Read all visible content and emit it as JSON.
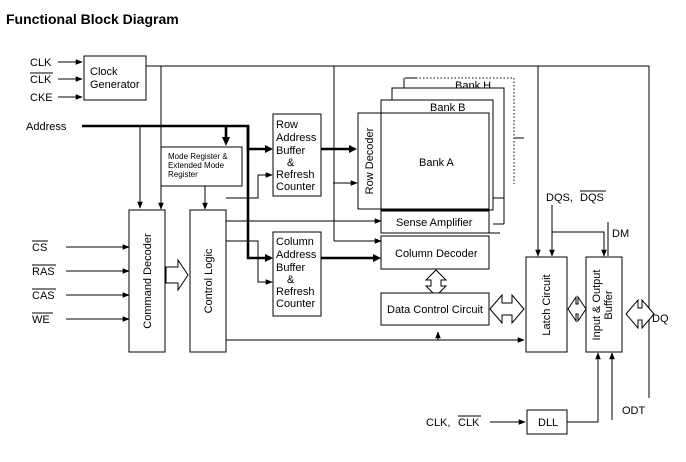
{
  "title": "Functional Block Diagram",
  "inputs": {
    "clk": "CLK",
    "clk_bar": "CLK",
    "cke": "CKE",
    "address": "Address",
    "cs": "CS",
    "ras": "RAS",
    "cas": "CAS",
    "we": "WE",
    "dll_clk": "CLK,",
    "dll_clk_bar": "CLK"
  },
  "blocks": {
    "clock_generator": [
      "Clock",
      "Generator"
    ],
    "mode_register": [
      "Mode Register &",
      "Extended Mode",
      "Register"
    ],
    "row_address_buffer": [
      "Row",
      "Address",
      "Buffer",
      "&",
      "Refresh",
      "Counter"
    ],
    "column_address_buffer": [
      "Column",
      "Address",
      "Buffer",
      "&",
      "Refresh",
      "Counter"
    ],
    "command_decoder": "Command Decoder",
    "control_logic": "Control Logic",
    "bank_h": "Bank H",
    "bank_b": "Bank B",
    "bank_a": "Bank A",
    "row_decoder": "Row Decoder",
    "sense_amplifier": "Sense Amplifier",
    "column_decoder": "Column Decoder",
    "data_control_circuit": "Data Control Circuit",
    "latch_circuit": "Latch Circuit",
    "io_buffer": [
      "Input & Output",
      "Buffer"
    ],
    "dll": "DLL"
  },
  "signals": {
    "dqs": "DQS,",
    "dqs_bar": "DQS",
    "dm": "DM",
    "dq": "DQ",
    "odt": "ODT"
  }
}
